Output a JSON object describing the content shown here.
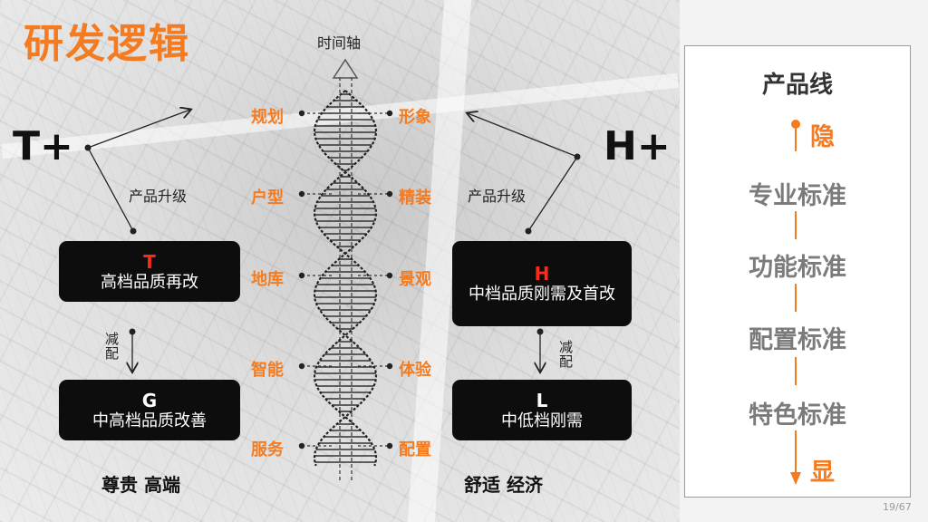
{
  "title": "研发逻辑",
  "timeline_label": "时间轴",
  "left": {
    "plus_label": "T+",
    "upgrade_label": "产品升级",
    "reduce_label": "减配",
    "top_box": {
      "letter": "T",
      "desc": "高档品质再改"
    },
    "bottom_box": {
      "letter": "G",
      "desc": "中高档品质改善"
    },
    "bottom_text": "尊贵 高端"
  },
  "right": {
    "plus_label": "H+",
    "upgrade_label": "产品升级",
    "reduce_label": "减配",
    "top_box": {
      "letter": "H",
      "desc": "中档品质刚需及首改"
    },
    "bottom_box": {
      "letter": "L",
      "desc": "中低档刚需"
    },
    "bottom_text": "舒适 经济"
  },
  "helix": {
    "left_labels": [
      "规划",
      "户型",
      "地库",
      "智能",
      "服务"
    ],
    "right_labels": [
      "形象",
      "精装",
      "景观",
      "体验",
      "配置"
    ]
  },
  "product_line": {
    "title": "产品线",
    "top": "隐",
    "items": [
      "专业标准",
      "功能标准",
      "配置标准",
      "特色标准"
    ],
    "bottom": "显"
  },
  "page_number": "19/67",
  "colors": {
    "accent": "#f47b20",
    "highlight": "#ff2a1a",
    "box": "#0d0d0d"
  }
}
